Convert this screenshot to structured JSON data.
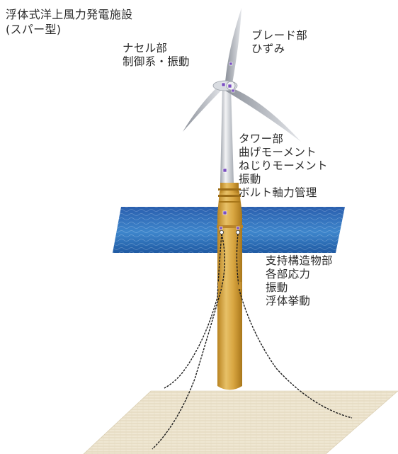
{
  "title": {
    "line1": "浮体式洋上風力発電施設",
    "line2": "(スパー型)"
  },
  "nacelle": {
    "line1": "ナセル部",
    "line2": "制御系・振動"
  },
  "blade": {
    "line1": "ブレード部",
    "line2": "ひずみ"
  },
  "tower": {
    "line1": "タワー部",
    "line2": "曲げモーメント",
    "line3": "ねじりモーメント",
    "line4": "振動",
    "line5": "ボルト軸力管理"
  },
  "support": {
    "line1": "支持構造物部",
    "line2": "各部応力",
    "line3": "振動",
    "line4": "浮体挙動"
  },
  "colors": {
    "sea": "#2f6fb8",
    "spar": "#d9a53c",
    "tower": "#c9ccd2",
    "seabed": "#eee6d2",
    "sensor": "#7a4fc0",
    "mooring": "#1c1c1c"
  }
}
